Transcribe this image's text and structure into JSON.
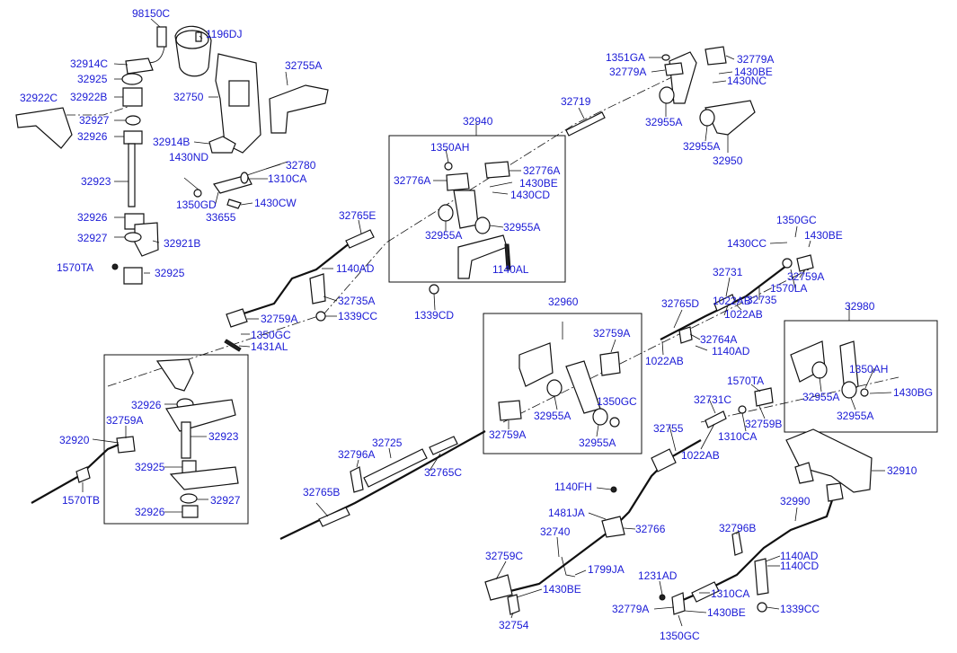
{
  "labels": {
    "p98150C": "98150C",
    "p1196DJ": "1196DJ",
    "p32914C": "32914C",
    "p32755A": "32755A",
    "p32925a": "32925",
    "p32922C": "32922C",
    "p32922B": "32922B",
    "p32750": "32750",
    "p32927a": "32927",
    "p32926a": "32926",
    "p32914B": "32914B",
    "p1430ND": "1430ND",
    "p32780": "32780",
    "p1310CAa": "1310CA",
    "p32923a": "32923",
    "p1350GDa": "1350GD",
    "p1430CW": "1430CW",
    "p33655": "33655",
    "p32926b": "32926",
    "p32927b": "32927",
    "p32921B": "32921B",
    "p1570TAa": "1570TA",
    "p32925b": "32925",
    "p32940": "32940",
    "p1350AHa": "1350AH",
    "p32776Aa": "32776A",
    "p32776Ab": "32776A",
    "p1430BEa": "1430BE",
    "p1430CD": "1430CD",
    "p32955Aa": "32955A",
    "p32955Ab": "32955A",
    "p1140ALa": "1140AL",
    "p1339CDa": "1339CD",
    "p32765E": "32765E",
    "p1140ADa": "1140AD",
    "p32735A": "32735A",
    "p1339CC": "1339CC",
    "p32759Aa": "32759A",
    "p1350GCa": "1350GC",
    "p1431AL": "1431AL",
    "p32719": "32719",
    "p1351GA": "1351GA",
    "p32779Aa": "32779A",
    "p32779Ab": "32779A",
    "p1430BEb": "1430BE",
    "p1430NC": "1430NC",
    "p32955Ac": "32955A",
    "p32955Ad": "32955A",
    "p32950": "32950",
    "p1350GCb": "1350GC",
    "p1430CC": "1430CC",
    "p1430BEc": "1430BE",
    "p32731": "32731",
    "p32759Ab": "32759A",
    "p1570LA": "1570LA",
    "p32735": "32735",
    "p1022ABa": "1022AB",
    "p1022ABb": "1022AB",
    "p32765D": "32765D",
    "p32764A": "32764A",
    "p1140ADb": "1140AD",
    "p1022ABc": "1022AB",
    "p32960": "32960",
    "p32759Ac": "32759A",
    "p1350GCc": "1350GC",
    "p32955Ae": "32955A",
    "p32955Af": "32955A",
    "p32759Ad": "32759A",
    "p32980": "32980",
    "p1350AHb": "1350AH",
    "p1430BG": "1430BG",
    "p32955Ag": "32955A",
    "p32955Ah": "32955A",
    "p1570TAb": "1570TA",
    "p32731C": "32731C",
    "p32759B": "32759B",
    "p1310CAb": "1310CA",
    "p32755": "32755",
    "p1022ABd": "1022AB",
    "p32910": "32910",
    "p32920": "32920",
    "p32926c": "32926",
    "p32759Ae": "32759A",
    "p32923b": "32923",
    "p32925c": "32925",
    "p32927c": "32927",
    "p32926d": "32926",
    "p1570TB": "1570TB",
    "p32725": "32725",
    "p32796A": "32796A",
    "p32765C": "32765C",
    "p32765B": "32765B",
    "p1140FH": "1140FH",
    "p1481JA": "1481JA",
    "p32766": "32766",
    "p32740": "32740",
    "p32759C": "32759C",
    "p1799JA": "1799JA",
    "p1430BEd": "1430BE",
    "p32754": "32754",
    "p32990": "32990",
    "p32796B": "32796B",
    "p1140ADc": "1140AD",
    "p1140CD": "1140CD",
    "p1231AD": "1231AD",
    "p1310CAc": "1310CA",
    "p32779Ac": "32779A",
    "p1430BEe": "1430BE",
    "p1339CCb": "1339CC",
    "p1350GCd": "1350GC"
  },
  "label_color": "#1a1ad6"
}
